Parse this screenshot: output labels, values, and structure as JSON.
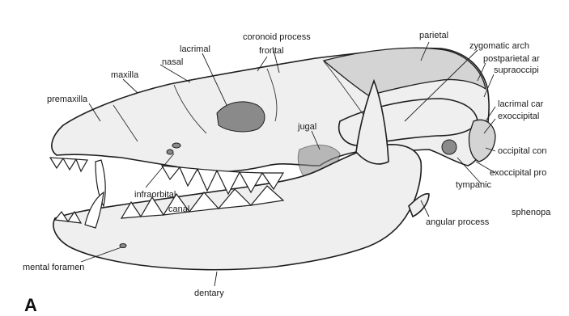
{
  "panel_letter": "A",
  "labels": {
    "coronoid_process": "coronoid process",
    "frontal": "frontal",
    "parietal": "parietal",
    "zygomatic_arch": "zygomatic arch",
    "postparietal": "postparietal ar",
    "supraoccipital": "supraoccipi",
    "lacrimal_top": "lacrimal",
    "nasal": "nasal",
    "maxilla": "maxilla",
    "premaxilla": "premaxilla",
    "lacrimal_right": "lacrimal car",
    "exoccipital": "exoccipital",
    "jugal": "jugal",
    "occipital_condyle": "occipital con",
    "exoccipital_process": "exoccipital pro",
    "tympanic": "tympanic",
    "sphenopalatine": "sphenopa",
    "infraorbital": "infraorbital",
    "canal": "canal",
    "angular_process": "angular process",
    "mental_foramen": "mental foramen",
    "dentary": "dentary"
  }
}
